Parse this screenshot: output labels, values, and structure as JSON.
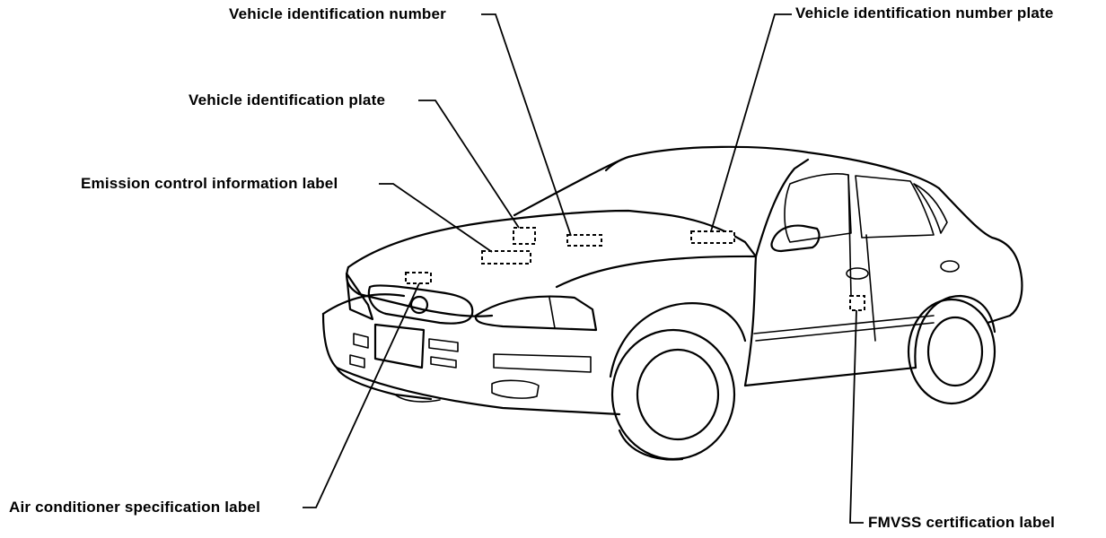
{
  "diagram": {
    "labels": {
      "vin": "Vehicle identification number",
      "vin_plate": "Vehicle identification number plate",
      "vehicle_id_plate": "Vehicle identification plate",
      "emission_label": "Emission control information label",
      "ac_label": "Air conditioner specification label",
      "fmvss_label": "FMVSS certification label"
    }
  }
}
